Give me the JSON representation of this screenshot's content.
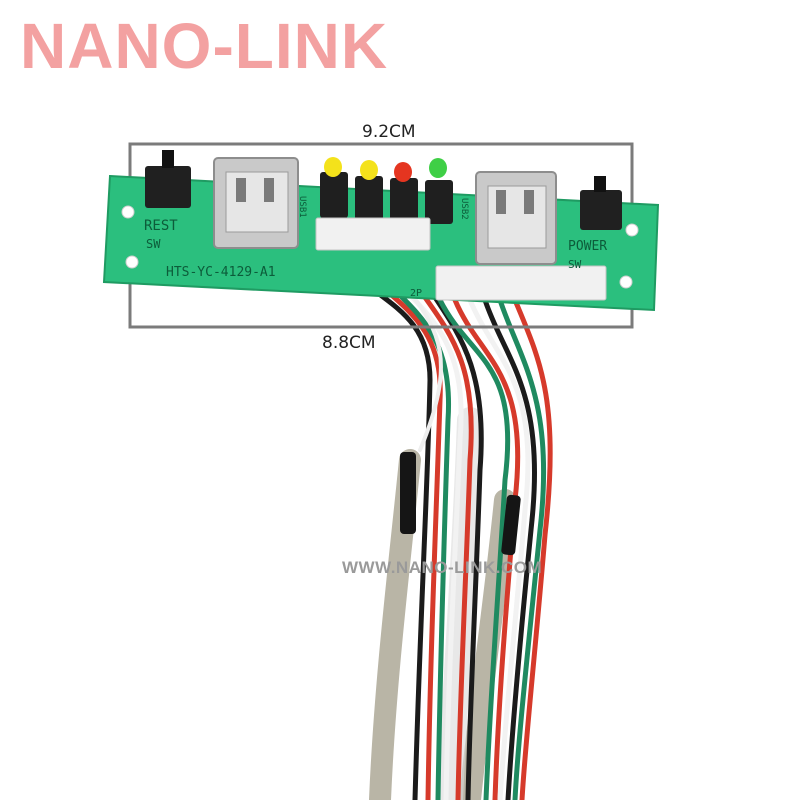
{
  "logo": {
    "text": "NANO-LINK",
    "color": "#f3a1a1"
  },
  "dimensions": {
    "top": "9.2CM",
    "bottom": "8.8CM"
  },
  "pcb": {
    "silkscreen": {
      "reset_label": "REST",
      "reset_sw": "SW",
      "power_label": "POWER",
      "power_sw": "SW",
      "model": "HTS-YC-4129-A1",
      "usb1": "USB1",
      "usb2": "USB2",
      "pin": "2P"
    },
    "board_color": "#2bbf7e",
    "leds": [
      "yellow",
      "yellow",
      "red",
      "green"
    ]
  },
  "watermark": {
    "text": "WWW.NANO-LINK.COM"
  }
}
